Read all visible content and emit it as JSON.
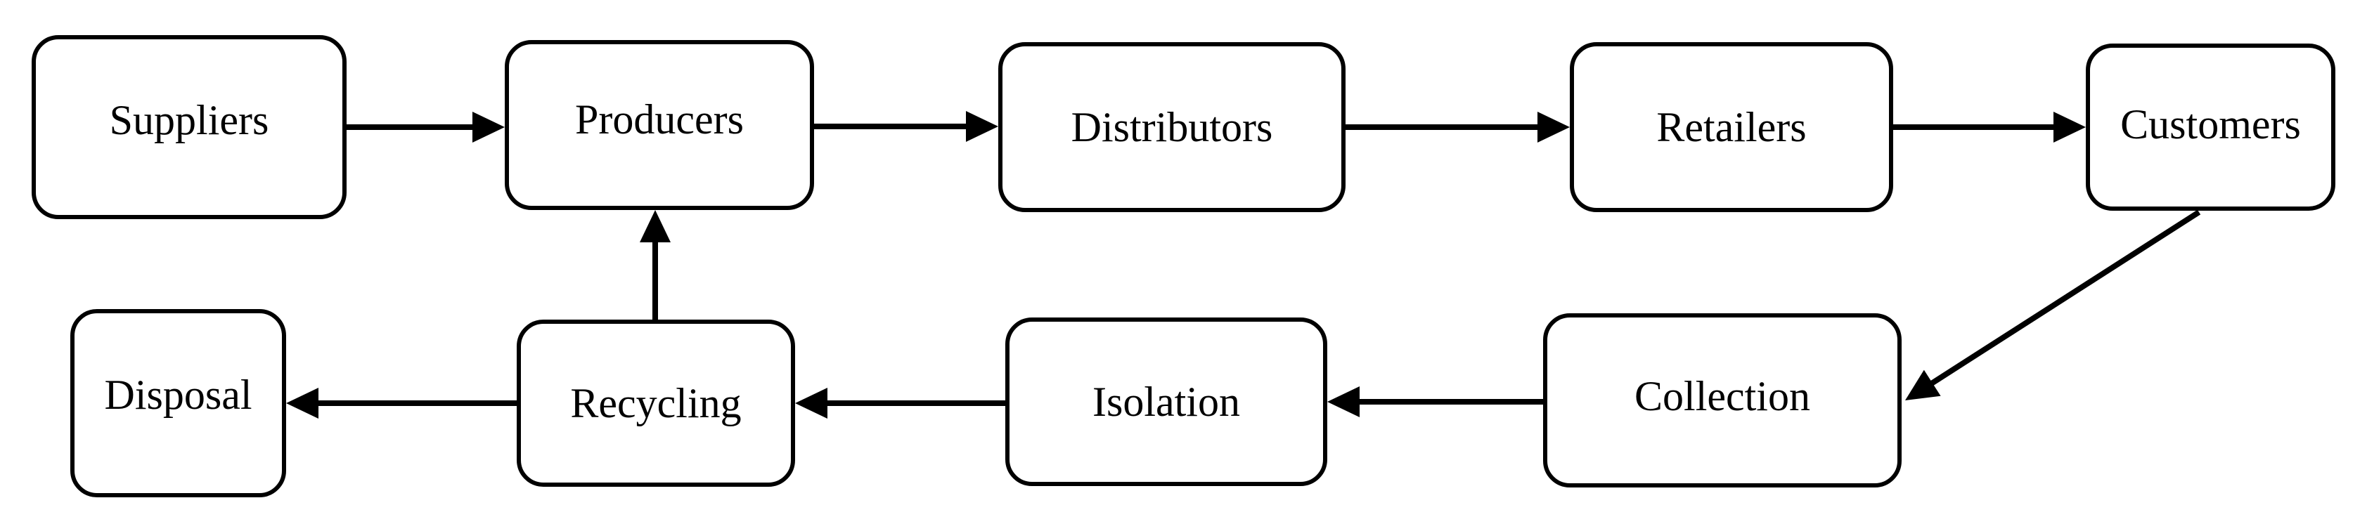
{
  "diagram": {
    "nodes": [
      {
        "id": "suppliers",
        "label": "Suppliers"
      },
      {
        "id": "producers",
        "label": "Producers"
      },
      {
        "id": "distributors",
        "label": "Distributors"
      },
      {
        "id": "retailers",
        "label": "Retailers"
      },
      {
        "id": "customers",
        "label": "Customers"
      },
      {
        "id": "collection",
        "label": "Collection"
      },
      {
        "id": "isolation",
        "label": "Isolation"
      },
      {
        "id": "recycling",
        "label": "Recycling"
      },
      {
        "id": "disposal",
        "label": "Disposal"
      }
    ],
    "edges": [
      {
        "from": "suppliers",
        "to": "producers"
      },
      {
        "from": "producers",
        "to": "distributors"
      },
      {
        "from": "distributors",
        "to": "retailers"
      },
      {
        "from": "retailers",
        "to": "customers"
      },
      {
        "from": "customers",
        "to": "collection"
      },
      {
        "from": "collection",
        "to": "isolation"
      },
      {
        "from": "isolation",
        "to": "recycling"
      },
      {
        "from": "recycling",
        "to": "disposal"
      },
      {
        "from": "recycling",
        "to": "producers"
      }
    ],
    "colors": {
      "stroke": "#000000",
      "fill": "#ffffff",
      "text": "#000000"
    }
  }
}
